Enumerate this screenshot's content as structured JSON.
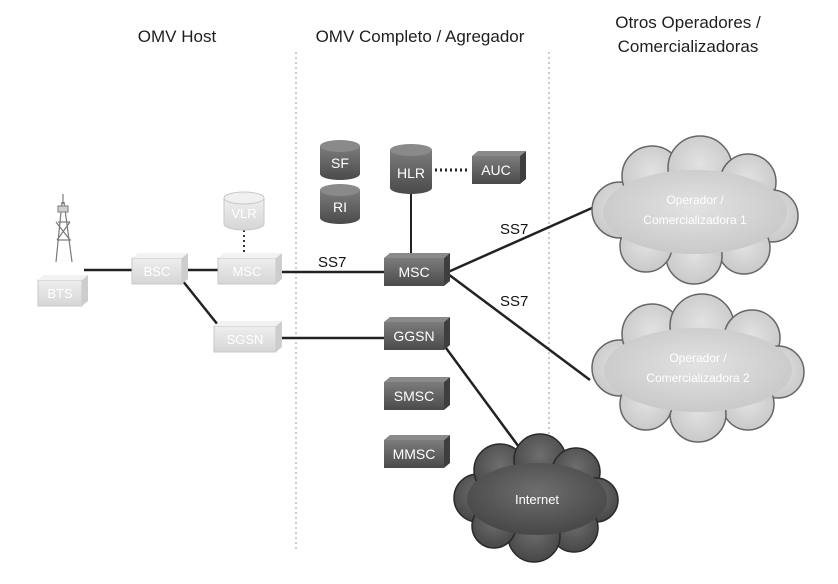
{
  "columns": {
    "host": "OMV Host",
    "completo": "OMV Completo / Agregador",
    "otros_line1": "Otros Operadores /",
    "otros_line2": "Comercializadoras"
  },
  "nodes": {
    "bts": "BTS",
    "bsc": "BSC",
    "vlr": "VLR",
    "msc_host": "MSC",
    "sgsn": "SGSN",
    "sf": "SF",
    "ri": "RI",
    "hlr": "HLR",
    "auc": "AUC",
    "msc": "MSC",
    "ggsn": "GGSN",
    "smsc": "SMSC",
    "mmsc": "MMSC"
  },
  "clouds": {
    "op1_line1": "Operador /",
    "op1_line2": "Comercializadora 1",
    "op2_line1": "Operador /",
    "op2_line2": "Comercializadora 2",
    "internet": "Internet"
  },
  "links": {
    "ss7_host": "SS7",
    "ss7_op1": "SS7",
    "ss7_op2": "SS7"
  },
  "colors": {
    "dark_node": "#5a5a5a",
    "light_node": "#e2e2e2",
    "light_cloud": "#d4d4d4",
    "dark_cloud": "#595959",
    "line": "#222222",
    "divider": "#9a9a9a"
  }
}
